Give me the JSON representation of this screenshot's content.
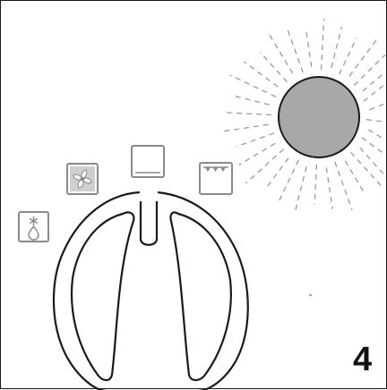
{
  "figure": {
    "number": "4"
  },
  "colors": {
    "line": "#1a1a1a",
    "icon_stroke": "#8a8a8a",
    "icon_fill": "#cfcfcf",
    "lamp_fill": "#a8a8a8",
    "ray": "#9a9a9a"
  },
  "icons": {
    "defrost": "defrost-icon",
    "fan": "fan-icon",
    "oven": "conventional-heating-icon",
    "grill": "top-heat-grill-icon",
    "lamp": "oven-lamp-indicator"
  },
  "dial": {
    "name": "function-selector-knob"
  }
}
